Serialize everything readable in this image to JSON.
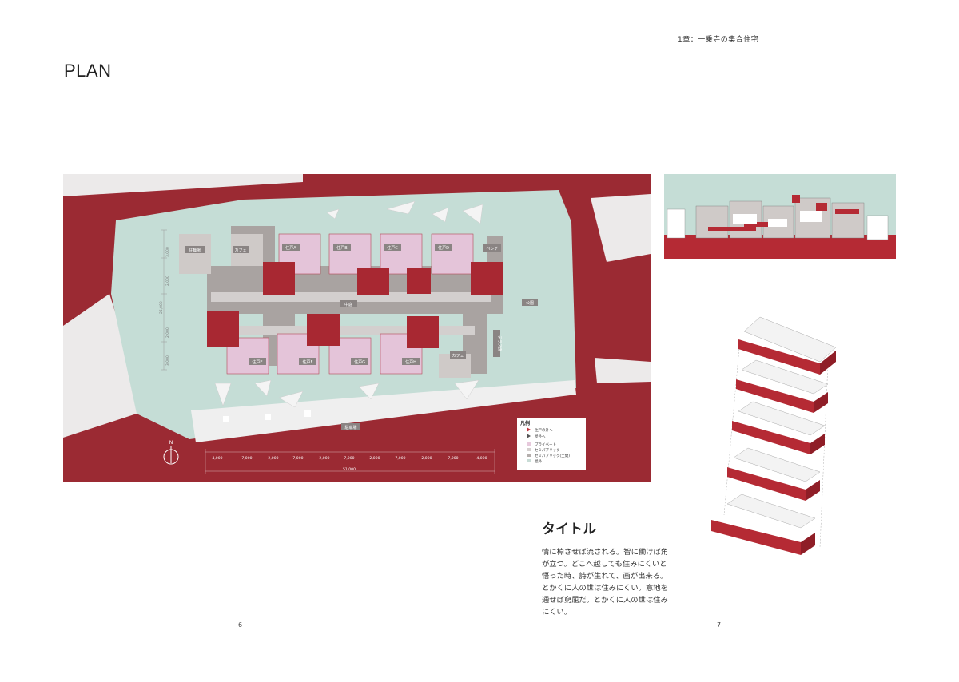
{
  "header": {
    "chapter": "1章：一乗寺の集合住宅"
  },
  "page_title": "PLAN",
  "plan": {
    "rooms_top": [
      "駐輪場",
      "カフェ",
      "住戸A",
      "住戸B",
      "住戸C",
      "住戸D",
      "ベンチ"
    ],
    "rooms_bottom": [
      "住戸E",
      "住戸F",
      "住戸G",
      "住戸H",
      "カフェ"
    ],
    "labels": {
      "courtyard": "中庭",
      "park": "公園",
      "terrace": "テラス席",
      "parking": "駐車場"
    },
    "north": "N",
    "dims_vertical": [
      "3,000",
      "2,000",
      "25,000",
      "2,000",
      "3,000"
    ],
    "dims_horizontal": [
      "4,000",
      "7,000",
      "2,000",
      "7,000",
      "2,000",
      "7,000",
      "2,000",
      "7,000",
      "2,000",
      "7,000",
      "4,000"
    ],
    "dim_total": "51,000",
    "legend": {
      "title": "凡例",
      "arrows": [
        {
          "label": "住戸の外へ",
          "color": "#c0313b"
        },
        {
          "label": "屋外へ",
          "color": "#555555"
        }
      ],
      "swatches": [
        {
          "label": "プライベート",
          "color": "#e7c9dc"
        },
        {
          "label": "セミパブリック",
          "color": "#d5d0cf"
        },
        {
          "label": "セミパブリック(土間)",
          "color": "#b4aeac"
        },
        {
          "label": "屋外",
          "color": "#c8dcd6"
        }
      ]
    },
    "colors": {
      "road": "#9b2a33",
      "site": "#c5ddd6",
      "building": "#a9a3a1",
      "private": "#e4c4d9",
      "block": "#a82832"
    }
  },
  "text_block": {
    "title": "タイトル",
    "body": "情に棹させば流される。智に働けば角が立つ。どこへ越しても住みにくいと悟った時、詩が生れて、画が出来る。とかくに人の世は住みにくい。意地を通せば窮屈だ。とかくに人の世は住みにくい。"
  },
  "pages": {
    "left": "6",
    "right": "7"
  }
}
